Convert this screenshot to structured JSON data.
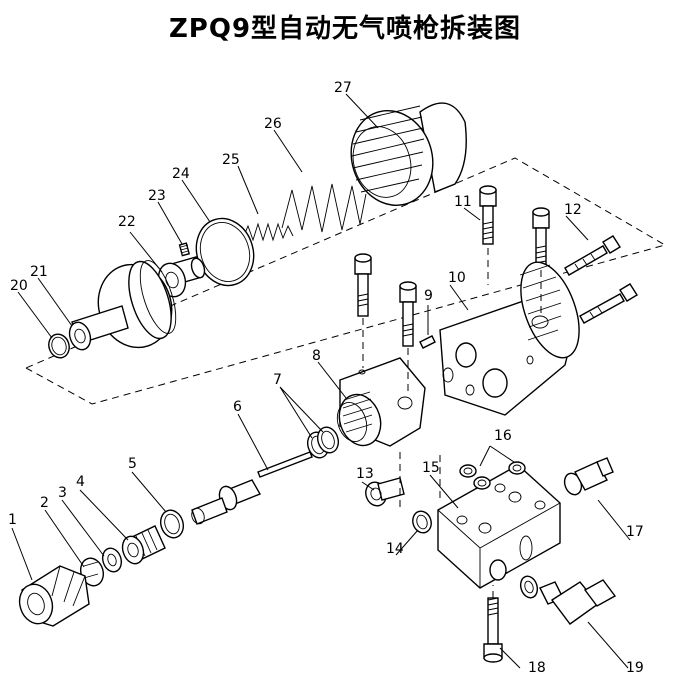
{
  "title": "ZPQ9型自动无气喷枪拆装图",
  "callouts": [
    {
      "id": "1",
      "label": "1"
    },
    {
      "id": "2",
      "label": "2"
    },
    {
      "id": "3",
      "label": "3"
    },
    {
      "id": "4",
      "label": "4"
    },
    {
      "id": "5",
      "label": "5"
    },
    {
      "id": "6",
      "label": "6"
    },
    {
      "id": "7",
      "label": "7"
    },
    {
      "id": "8",
      "label": "8"
    },
    {
      "id": "9",
      "label": "9"
    },
    {
      "id": "10",
      "label": "10"
    },
    {
      "id": "11",
      "label": "11"
    },
    {
      "id": "12",
      "label": "12"
    },
    {
      "id": "13",
      "label": "13"
    },
    {
      "id": "14",
      "label": "14"
    },
    {
      "id": "15",
      "label": "15"
    },
    {
      "id": "16",
      "label": "16"
    },
    {
      "id": "17",
      "label": "17"
    },
    {
      "id": "18",
      "label": "18"
    },
    {
      "id": "19",
      "label": "19"
    },
    {
      "id": "20",
      "label": "20"
    },
    {
      "id": "21",
      "label": "21"
    },
    {
      "id": "22",
      "label": "22"
    },
    {
      "id": "23",
      "label": "23"
    },
    {
      "id": "24",
      "label": "24"
    },
    {
      "id": "25",
      "label": "25"
    },
    {
      "id": "26",
      "label": "26"
    },
    {
      "id": "27",
      "label": "27"
    }
  ]
}
